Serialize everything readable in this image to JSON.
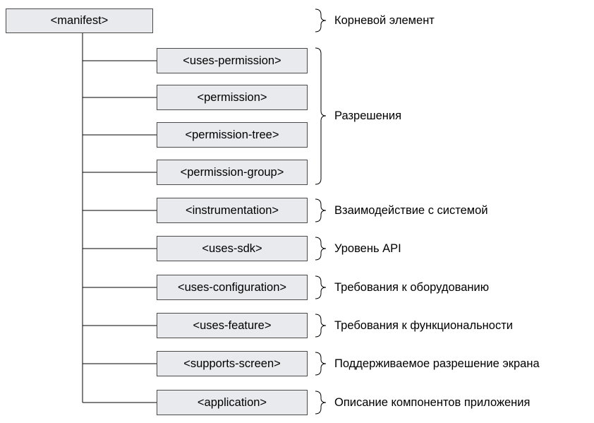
{
  "root": {
    "label": "<manifest>"
  },
  "children": [
    {
      "label": "<uses-permission>"
    },
    {
      "label": "<permission>"
    },
    {
      "label": "<permission-tree>"
    },
    {
      "label": "<permission-group>"
    },
    {
      "label": "<instrumentation>"
    },
    {
      "label": "<uses-sdk>"
    },
    {
      "label": "<uses-configuration>"
    },
    {
      "label": "<uses-feature>"
    },
    {
      "label": "<supports-screen>"
    },
    {
      "label": "<application>"
    }
  ],
  "descriptions": [
    "Корневой элемент",
    "Разрешения",
    "Взаимодействие с системой",
    "Уровень API",
    "Требования к оборудованию",
    "Требования к функциональности",
    "Поддерживаемое разрешение экрана",
    "Описание компонентов приложения"
  ],
  "colors": {
    "box_fill": "#e8eaee",
    "box_border": "#4a4a4a",
    "line": "#000000"
  }
}
